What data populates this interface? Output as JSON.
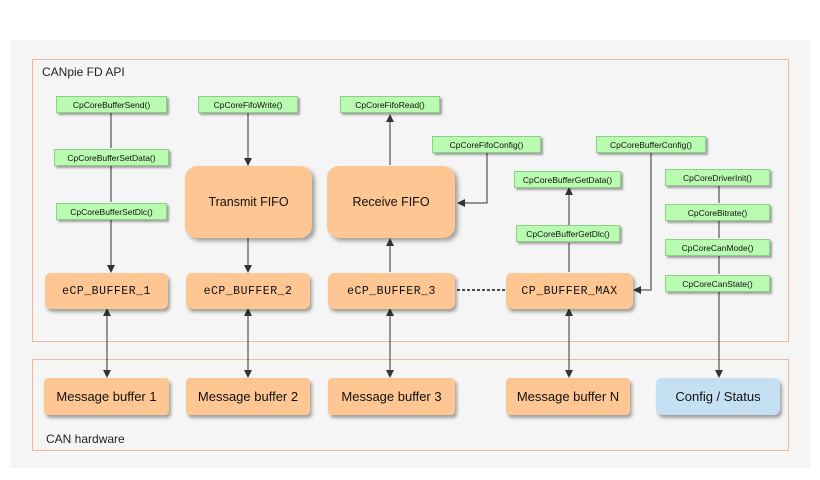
{
  "regions": {
    "api_label": "CANpie FD API",
    "hw_label": "CAN hardware"
  },
  "functions": {
    "buffer_send": "CpCoreBufferSend()",
    "buffer_set_data": "CpCoreBufferSetData()",
    "buffer_set_dlc": "CpCoreBufferSetDlc()",
    "fifo_write": "CpCoreFifoWrite()",
    "fifo_read": "CpCoreFifoRead()",
    "fifo_config": "CpCoreFifoConfig()",
    "buffer_config": "CpCoreBufferConfig()",
    "buffer_get_data": "CpCoreBufferGetData()",
    "buffer_get_dlc": "CpCoreBufferGetDlc()",
    "driver_init": "CpCoreDriverInit()",
    "bitrate": "CpCoreBitrate()",
    "can_mode": "CpCoreCanMode()",
    "can_state": "CpCoreCanState()"
  },
  "fifos": {
    "transmit": "Transmit FIFO",
    "receive": "Receive FIFO"
  },
  "buffers": {
    "b1": "eCP_BUFFER_1",
    "b2": "eCP_BUFFER_2",
    "b3": "eCP_BUFFER_3",
    "bmax": "CP_BUFFER_MAX"
  },
  "hardware": {
    "m1": "Message buffer 1",
    "m2": "Message buffer 2",
    "m3": "Message buffer 3",
    "mn": "Message buffer N",
    "config": "Config / Status"
  },
  "colors": {
    "function_box": "#b9fbb0",
    "buffer_box": "#fdc692",
    "config_box": "#c5dff3",
    "region_border": "#f0b89a"
  }
}
